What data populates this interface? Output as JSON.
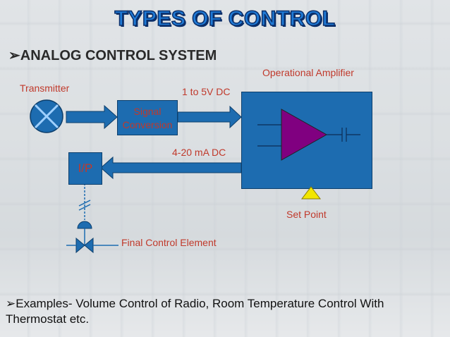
{
  "slide": {
    "title": "TYPES OF CONTROL",
    "heading_bullet": "➢",
    "heading": "ANALOG CONTROL SYSTEM",
    "example_bullet": "➢",
    "example_text": "Examples- Volume Control of Radio, Room Temperature Control With Thermostat etc."
  },
  "diagram": {
    "transmitter": "Transmitter",
    "signal_conversion": [
      "Signal",
      "Conversion"
    ],
    "voltage_range": "1 to 5V DC",
    "current_range": "4-20 mA DC",
    "op_amp": "Operational Amplifier",
    "ip_converter": "I/P",
    "set_point": "Set Point",
    "final_control_element": "Final Control Element"
  },
  "colors": {
    "title": "#1f7ad6",
    "block": "#1d6cb0",
    "label": "#c0392b",
    "amplifier": "#800080",
    "set_point_marker": "#f2e600"
  }
}
